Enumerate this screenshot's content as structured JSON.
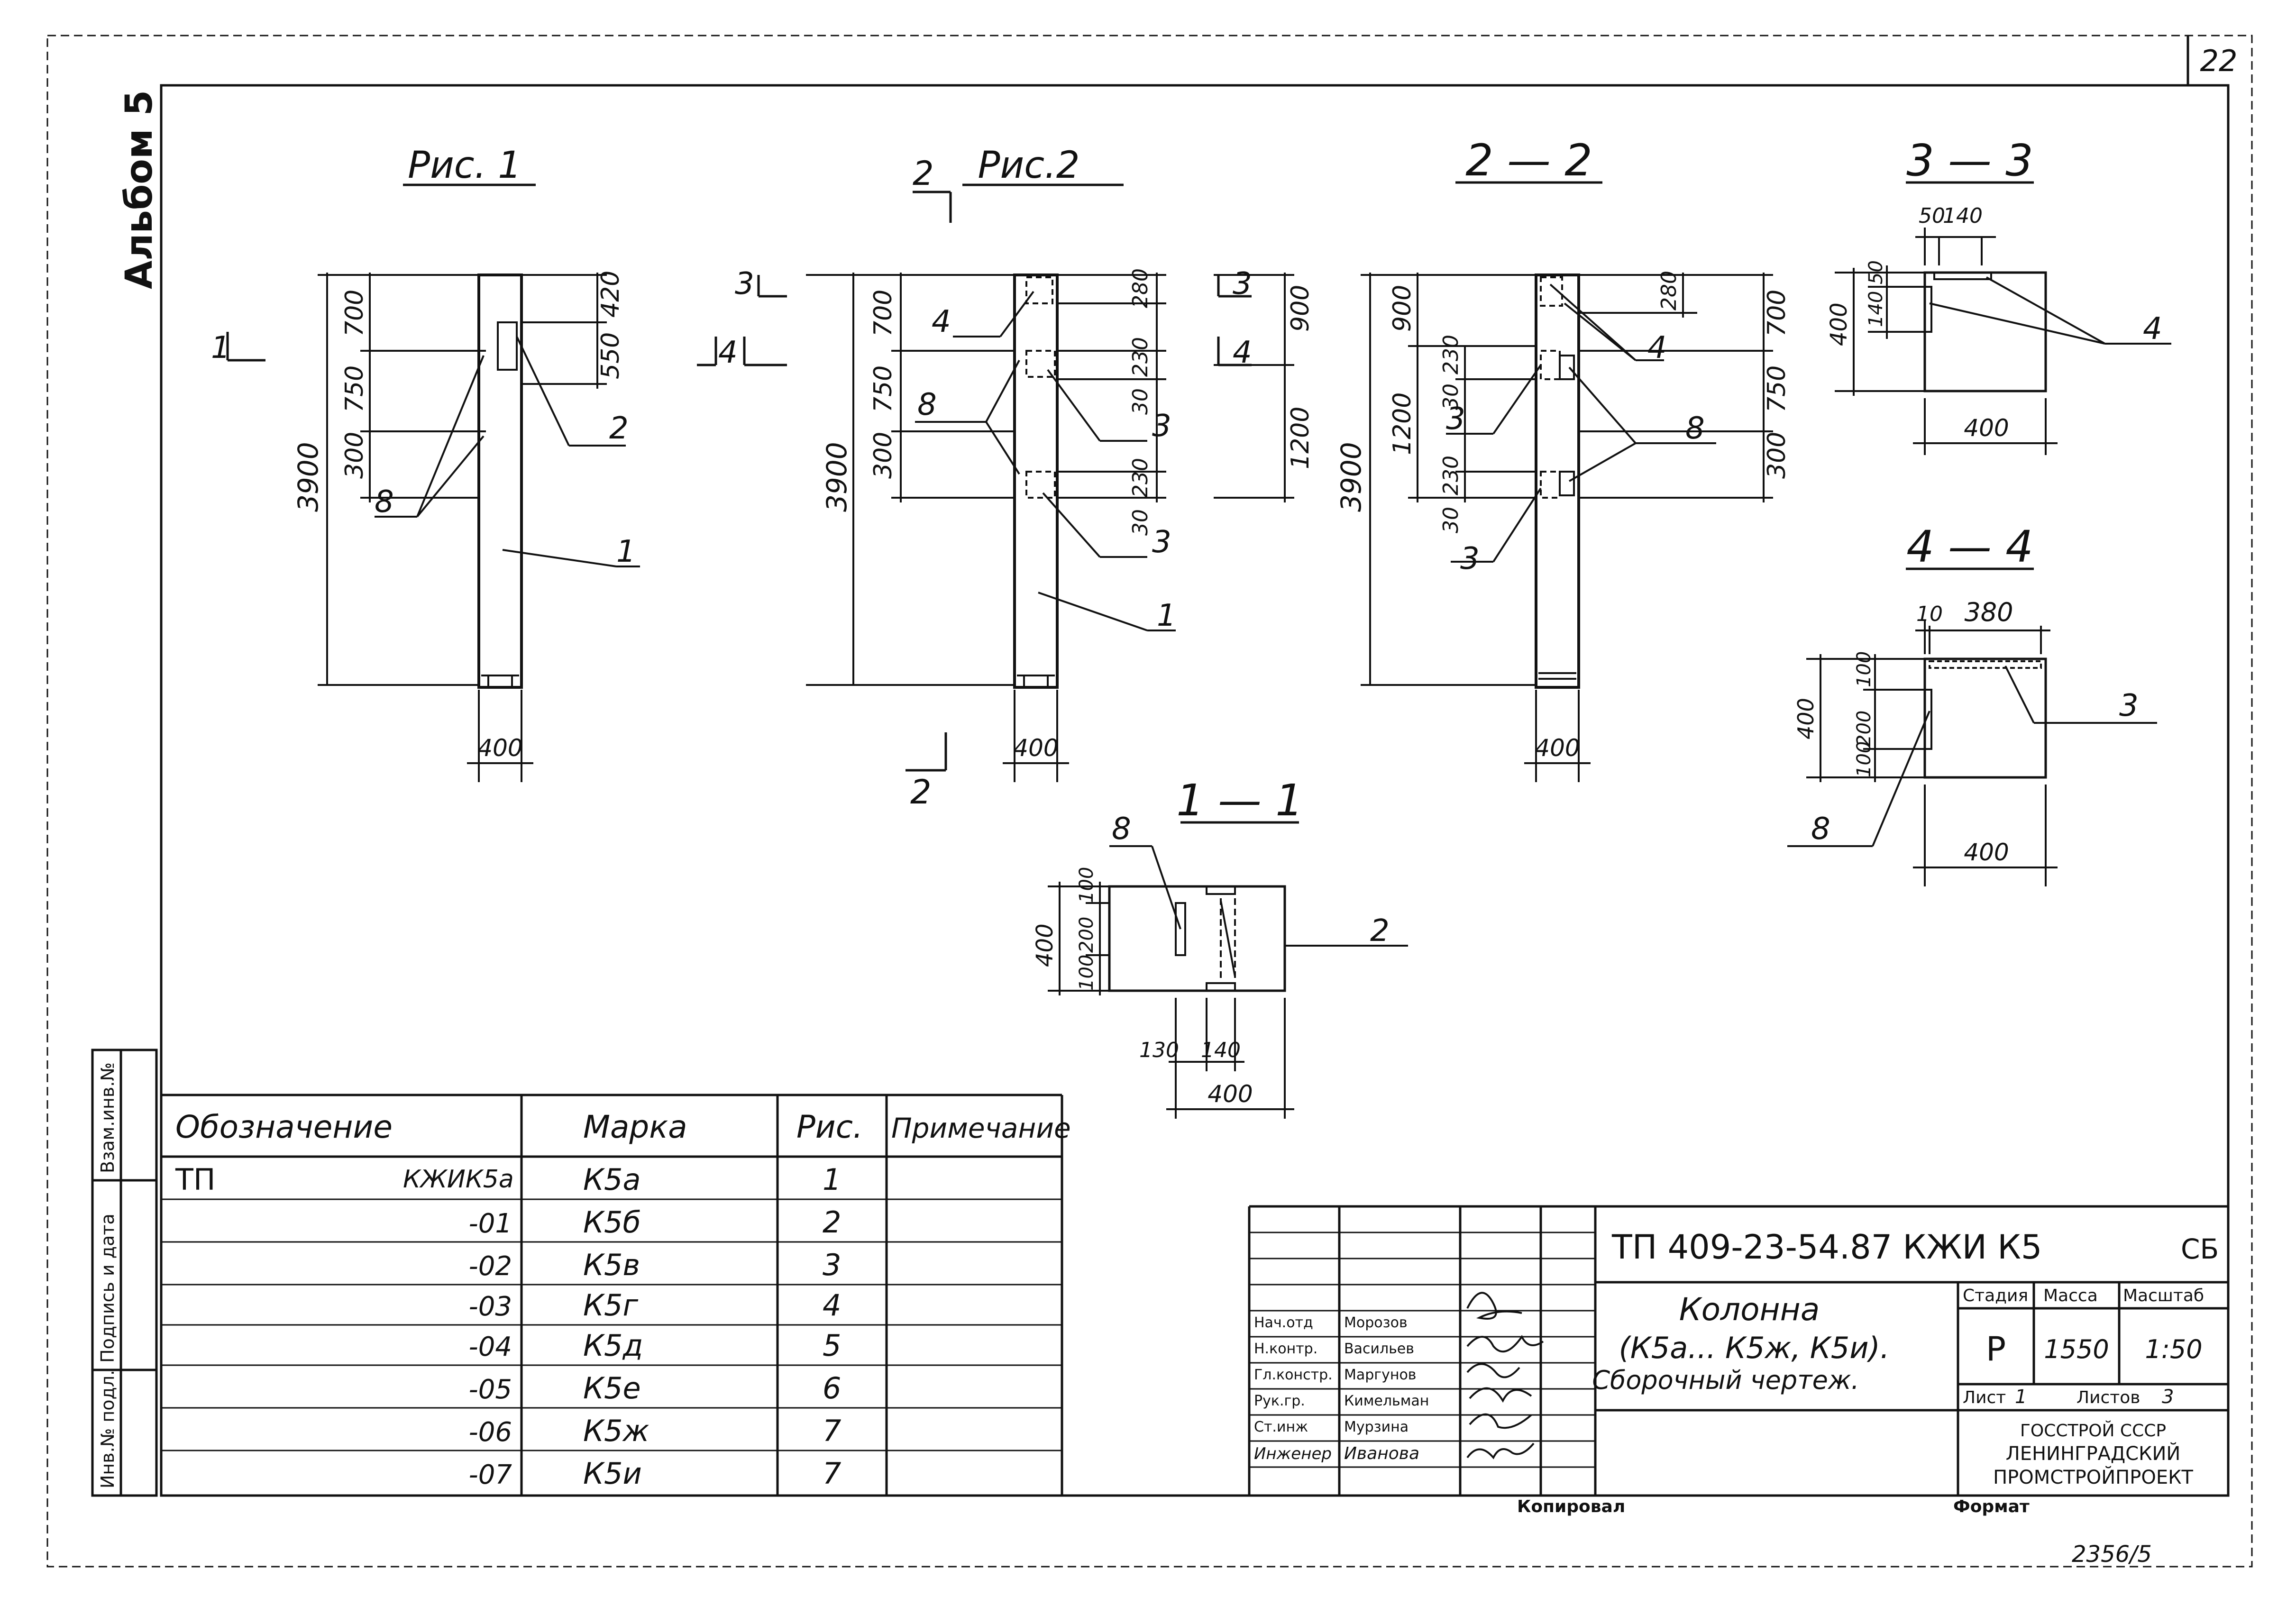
{
  "sheet": {
    "page_number": "22",
    "album": "Альбом 5"
  },
  "figures": {
    "fig1": {
      "title": "Рис. 1",
      "overall_height": "3900",
      "left_dims": [
        "700",
        "750",
        "300"
      ],
      "right_dims": [
        "420",
        "550"
      ],
      "width": "400",
      "callouts": [
        "2",
        "8",
        "1"
      ],
      "section_mark": "1"
    },
    "fig2": {
      "title": "Рис.2",
      "cut_mark": "2",
      "overall_height": "3900",
      "left_dims": [
        "700",
        "750",
        "300"
      ],
      "inner_dims": [
        "280",
        "230",
        "30",
        "230",
        "30"
      ],
      "right_dims": [
        "900",
        "1200"
      ],
      "width": "400",
      "callouts": [
        "4",
        "8",
        "3",
        "3",
        "1"
      ],
      "section_marks": [
        "3",
        "4",
        "3",
        "4"
      ]
    },
    "s22": {
      "title": "2 — 2",
      "overall_height": "3900",
      "left_dims": [
        "900",
        "1200"
      ],
      "inner_dims": [
        "230",
        "30",
        "230",
        "30"
      ],
      "top_dim": "280",
      "right_dims": [
        "700",
        "750",
        "300"
      ],
      "width": "400",
      "callouts": [
        "4",
        "3",
        "8",
        "3"
      ]
    },
    "s33": {
      "title": "3 — 3",
      "top_dims": [
        "50",
        "140"
      ],
      "left_dims": [
        "50",
        "140",
        "400"
      ],
      "width": "400",
      "callout": "4"
    },
    "s44": {
      "title": "4 — 4",
      "top_dims": [
        "10",
        "380"
      ],
      "left_dims": [
        "400",
        "100",
        "200",
        "100"
      ],
      "width": "400",
      "callouts": [
        "3",
        "8"
      ]
    },
    "s11": {
      "title": "1 — 1",
      "left_dims": [
        "400",
        "100",
        "200",
        "100"
      ],
      "bottom_dims": [
        "130",
        "140",
        "400"
      ],
      "callouts": [
        "8",
        "2"
      ]
    }
  },
  "spec_table": {
    "headers": [
      "Обозначение",
      "Марка",
      "Рис.",
      "Примечание"
    ],
    "rows": [
      {
        "prefix": "ТП",
        "designation": "КЖИК5а",
        "mark": "К5а",
        "fig": "1",
        "note": ""
      },
      {
        "prefix": "",
        "designation": "-01",
        "mark": "К5б",
        "fig": "2",
        "note": ""
      },
      {
        "prefix": "",
        "designation": "-02",
        "mark": "К5в",
        "fig": "3",
        "note": ""
      },
      {
        "prefix": "",
        "designation": "-03",
        "mark": "К5г",
        "fig": "4",
        "note": ""
      },
      {
        "prefix": "",
        "designation": "-04",
        "mark": "К5д",
        "fig": "5",
        "note": ""
      },
      {
        "prefix": "",
        "designation": "-05",
        "mark": "К5е",
        "fig": "6",
        "note": ""
      },
      {
        "prefix": "",
        "designation": "-06",
        "mark": "К5ж",
        "fig": "7",
        "note": ""
      },
      {
        "prefix": "",
        "designation": "-07",
        "mark": "К5и",
        "fig": "7",
        "note": ""
      }
    ]
  },
  "side_stamp": [
    "Инв.№ подл.",
    "Подпись и дата",
    "Взам.инв.№"
  ],
  "title_block": {
    "code": "ТП 409-23-54.87 КЖИ К5",
    "code_suffix": "СБ",
    "name_lines": [
      "Колонна",
      "(К5а... К5ж, К5и).",
      "Сборочный чертеж."
    ],
    "stage_label": "Стадия",
    "mass_label": "Масса",
    "scale_label": "Масштаб",
    "stage": "Р",
    "mass": "1550",
    "scale": "1:50",
    "sheet_label": "Лист",
    "sheet": "1",
    "sheets_label": "Листов",
    "sheets": "3",
    "org_lines": [
      "ГОССТРОЙ СССР",
      "ЛЕНИНГРАДСКИЙ",
      "ПРОМСТРОЙПРОЕКТ"
    ],
    "staff": [
      {
        "role": "Нач.отд",
        "name": "Морозов"
      },
      {
        "role": "Н.контр.",
        "name": "Васильев"
      },
      {
        "role": "Гл.констр.",
        "name": "Маргунов"
      },
      {
        "role": "Рук.гр.",
        "name": "Кимельман"
      },
      {
        "role": "Ст.инж",
        "name": "Мурзина"
      },
      {
        "role": "Инженер",
        "name": "Иванова"
      }
    ]
  },
  "footer": {
    "copied": "Копировал",
    "format": "Формат",
    "order": "2356/5"
  }
}
